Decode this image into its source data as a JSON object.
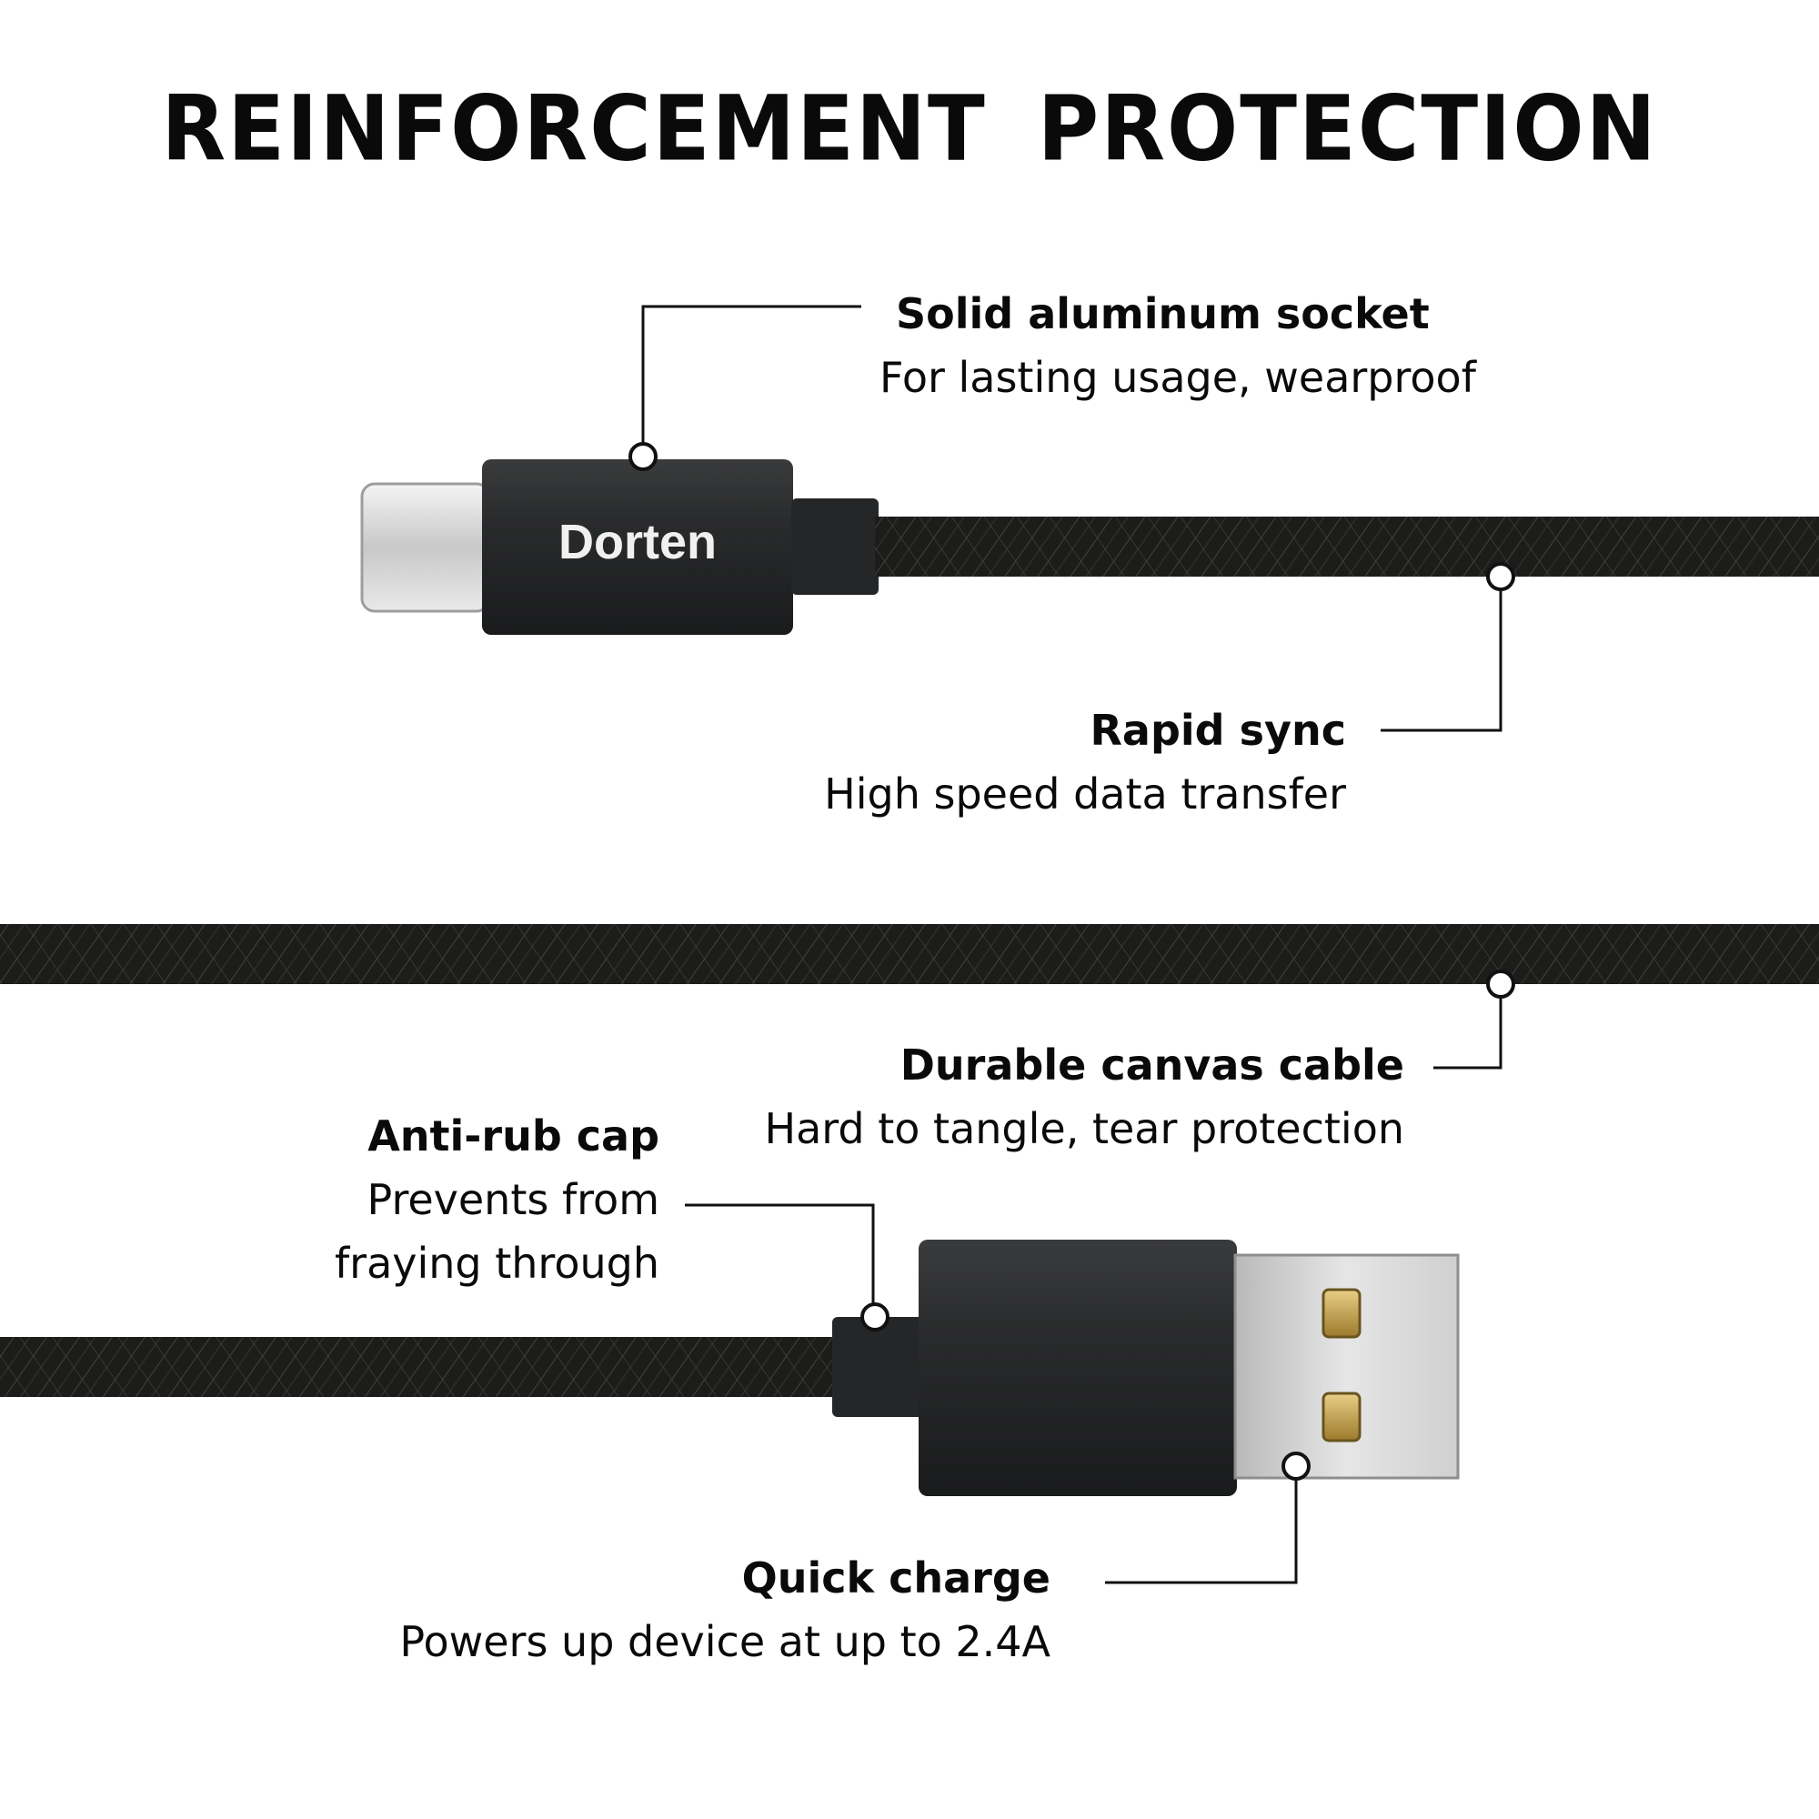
{
  "title": "REINFORCEMENT PROTECTION",
  "brand": "Dorten",
  "callouts": {
    "socket": {
      "heading": "Solid aluminum socket",
      "desc": "For lasting usage, wearproof"
    },
    "sync": {
      "heading": "Rapid sync",
      "desc": "High speed data transfer"
    },
    "canvas": {
      "heading": "Durable canvas cable",
      "desc": "Hard to tangle, tear protection"
    },
    "cap": {
      "heading": "Anti-rub cap",
      "desc_line1": "Prevents from",
      "desc_line2": "fraying through"
    },
    "charge": {
      "heading": "Quick charge",
      "desc": "Powers up device at up to 2.4A"
    }
  },
  "colors": {
    "ink": "#0a0a0a",
    "cable": "#1c1d1b",
    "housing": "#2a2b2c",
    "metal": "#d9d9d9",
    "gold": "#c9a24a"
  }
}
